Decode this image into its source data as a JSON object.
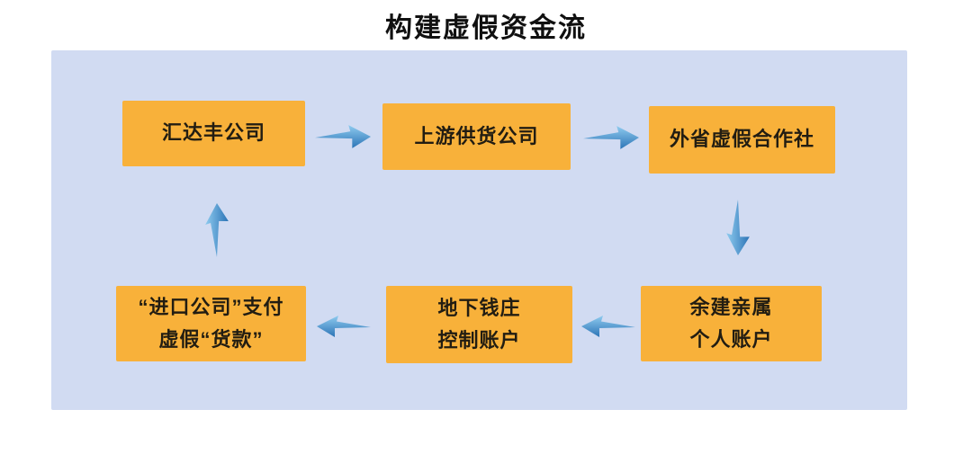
{
  "title": "构建虚假资金流",
  "panel": {
    "background": "#D1DBF2"
  },
  "node_style": {
    "fill": "#F8B13A",
    "text_color": "#221D12"
  },
  "arrow_style": {
    "light": "#8FCBEF",
    "dark": "#2C74B6"
  },
  "nodes": [
    {
      "id": "huidafeng-company",
      "label": "汇达丰公司"
    },
    {
      "id": "upstream-supplier-company",
      "label": "上游供货公司"
    },
    {
      "id": "out-of-province-fake-cooperative",
      "label": "外省虚假合作社"
    },
    {
      "id": "yujian-relatives-personal-accounts",
      "label": "余建亲属\n个人账户"
    },
    {
      "id": "underground-bank-controlled-accounts",
      "label": "地下钱庄\n控制账户"
    },
    {
      "id": "import-company-pays-fake-payment",
      "label": "“进口公司”支付\n虚假“货款”"
    }
  ],
  "flows": [
    {
      "from": "汇达丰公司",
      "to": "上游供货公司",
      "direction": "right"
    },
    {
      "from": "上游供货公司",
      "to": "外省虚假合作社",
      "direction": "right"
    },
    {
      "from": "外省虚假合作社",
      "to": "余建亲属个人账户",
      "direction": "down"
    },
    {
      "from": "余建亲属个人账户",
      "to": "地下钱庄控制账户",
      "direction": "left"
    },
    {
      "from": "地下钱庄控制账户",
      "to": "“进口公司”支付虚假“货款”",
      "direction": "left"
    },
    {
      "from": "“进口公司”支付虚假“货款”",
      "to": "汇达丰公司",
      "direction": "up"
    }
  ]
}
